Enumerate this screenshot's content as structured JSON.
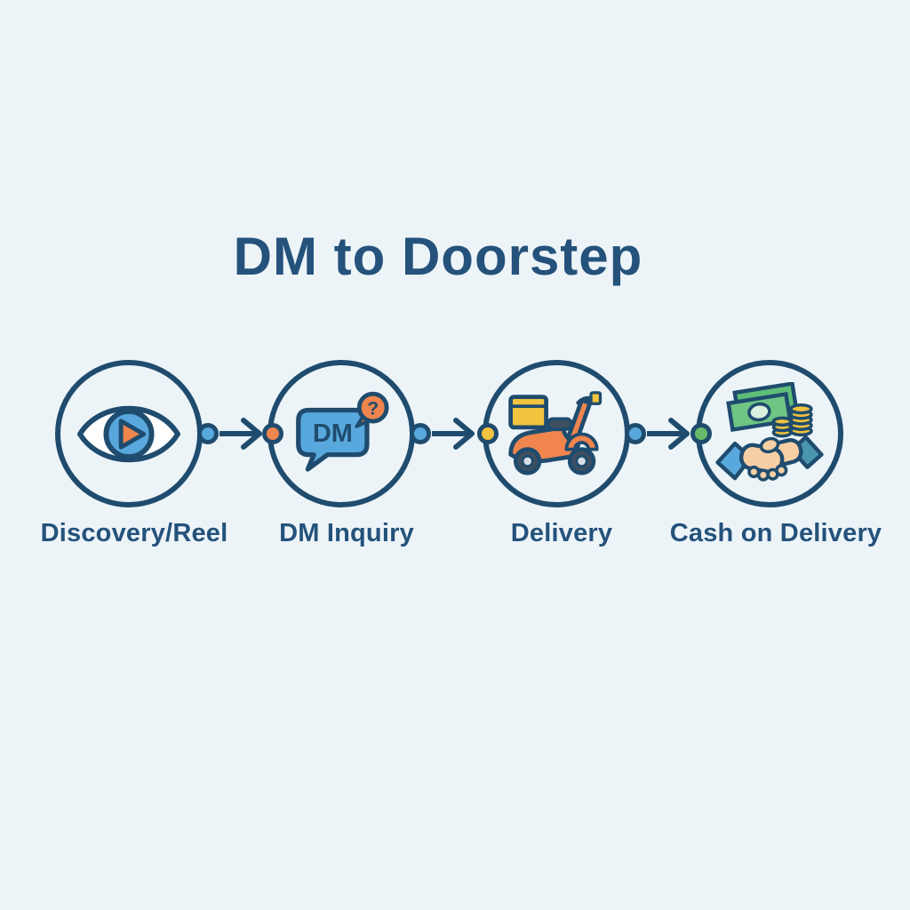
{
  "title": "DM to Doorstep",
  "palette": {
    "background": "#edf4f8",
    "navy": "#1f4c6e",
    "text_navy": "#24527b",
    "blue": "#58a8dd",
    "orange": "#f0854e",
    "yellow": "#f2c33e",
    "green": "#67bb6a",
    "bill_green": "#5fbe7a",
    "bill_green_light": "#6fc584",
    "skin": "#f7cfa4",
    "sleeve_left": "#58a8dd",
    "sleeve_right": "#4a96ad"
  },
  "steps": [
    {
      "label": "Discovery/Reel",
      "icon": "eye-play-icon",
      "dot_right": "#58a8dd"
    },
    {
      "label": "DM Inquiry",
      "icon": "dm-chat-bubble-icon",
      "bubble_text": "DM",
      "badge_text": "?",
      "dot_left": "#f0854e",
      "dot_right": "#58a8dd"
    },
    {
      "label": "Delivery",
      "icon": "delivery-scooter-icon",
      "dot_left": "#f2c33e",
      "dot_right": "#58a8dd"
    },
    {
      "label": "Cash on Delivery",
      "icon": "cash-handshake-icon",
      "dot_left": "#67bb6a"
    }
  ]
}
